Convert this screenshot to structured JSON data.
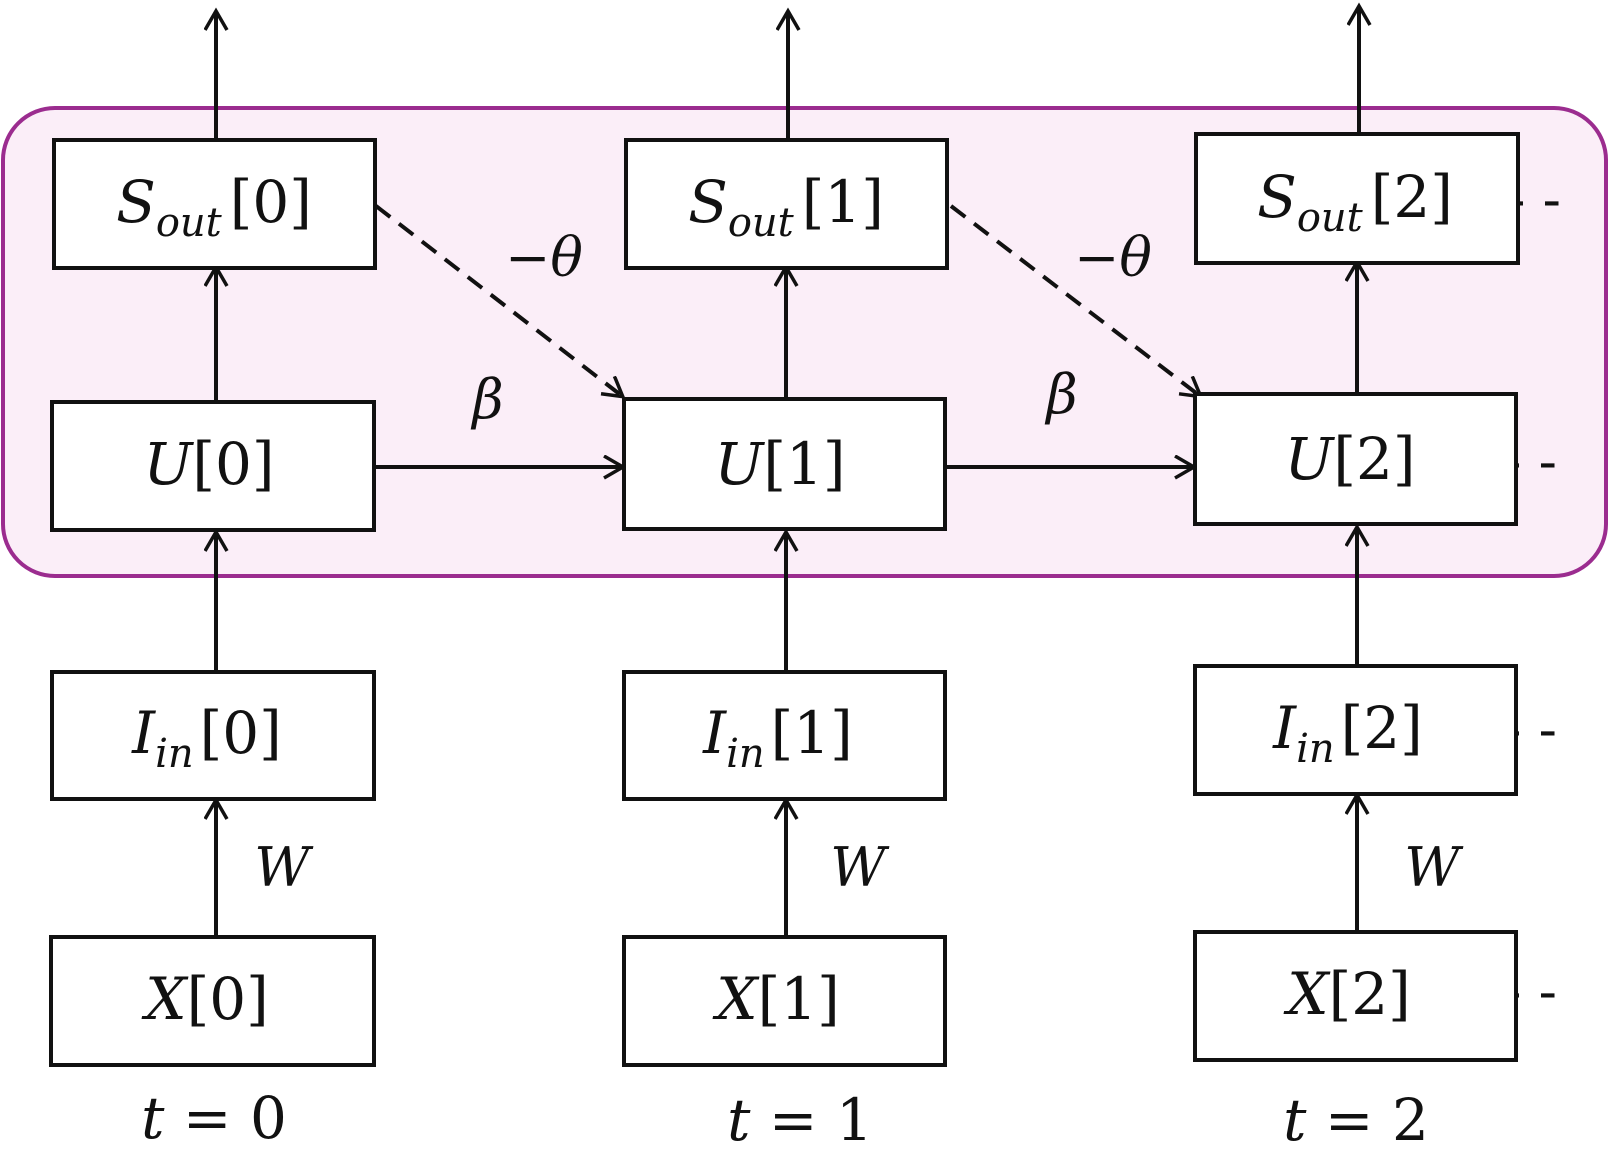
{
  "diagram": {
    "columns": [
      {
        "index": "0",
        "s_out": {
          "symbol": "S",
          "subscript": "out",
          "index": "[0]"
        },
        "u": {
          "symbol": "U",
          "index": "[0]"
        },
        "i_in": {
          "symbol": "I",
          "subscript": "in",
          "index": "[0]"
        },
        "x": {
          "symbol": "X",
          "index": "[0]"
        },
        "weight_label": "W",
        "time": {
          "var": "t",
          "rest": " = 0"
        }
      },
      {
        "index": "1",
        "s_out": {
          "symbol": "S",
          "subscript": "out",
          "index": "[1]"
        },
        "u": {
          "symbol": "U",
          "index": "[1]"
        },
        "i_in": {
          "symbol": "I",
          "subscript": "in",
          "index": "[1]"
        },
        "x": {
          "symbol": "X",
          "index": "[1]"
        },
        "weight_label": "W",
        "time": {
          "var": "t",
          "rest": " = 1"
        }
      },
      {
        "index": "2",
        "s_out": {
          "symbol": "S",
          "subscript": "out",
          "index": "[2]"
        },
        "u": {
          "symbol": "U",
          "index": "[2]"
        },
        "i_in": {
          "symbol": "I",
          "subscript": "in",
          "index": "[2]"
        },
        "x": {
          "symbol": "X",
          "index": "[2]"
        },
        "weight_label": "W",
        "time": {
          "var": "t",
          "rest": " = 2"
        }
      }
    ],
    "recurrent_labels": [
      {
        "decay": "β",
        "reset": "−θ"
      },
      {
        "decay": "β",
        "reset": "−θ"
      }
    ],
    "continuation_mark": "- -",
    "colors": {
      "neuron_region_fill": "#fbeef8",
      "neuron_region_stroke": "#9b2c8f",
      "stroke": "#111111"
    }
  }
}
